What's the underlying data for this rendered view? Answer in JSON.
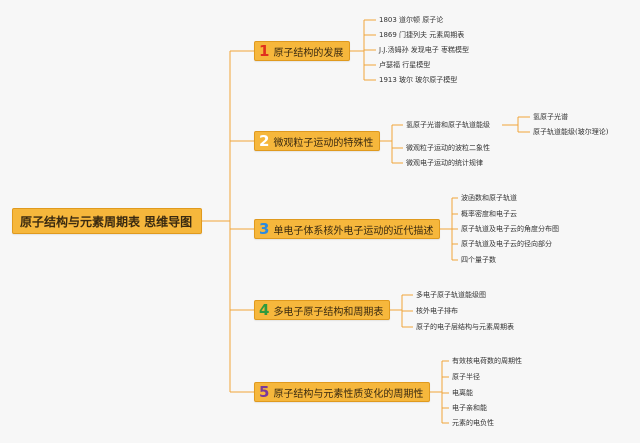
{
  "root": "原子结构与元素周期表 思维导图",
  "colors": {
    "node_fill": "#f6b73c",
    "line": "#f0a43a",
    "num1": "#e0301e",
    "num2": "#ffffff",
    "num3": "#2b8be0",
    "num4": "#2e9a3e",
    "num5": "#7a3a9a"
  },
  "branches": [
    {
      "num": "1",
      "label": "原子结构的发展",
      "leaves": [
        "1803 道尔顿 原子论",
        "1869 门捷列夫 元素周期表",
        "J.J.汤姆孙 发现电子 枣糕模型",
        "卢瑟福 行星模型",
        "1913 玻尔 玻尔原子模型"
      ]
    },
    {
      "num": "2",
      "label": "微观粒子运动的特殊性",
      "leaves": [
        "氢原子光谱和原子轨道能级",
        "微观粒子运动的波粒二象性",
        "微观电子运动的统计规律"
      ],
      "sub": [
        "氢原子光谱",
        "原子轨道能级(玻尔理论)"
      ]
    },
    {
      "num": "3",
      "label": "单电子体系核外电子运动的近代描述",
      "leaves": [
        "波函数和原子轨道",
        "概率密度和电子云",
        "原子轨道及电子云的角度分布图",
        "原子轨道及电子云的径向部分",
        "四个量子数"
      ]
    },
    {
      "num": "4",
      "label": "多电子原子结构和周期表",
      "leaves": [
        "多电子原子轨道能级图",
        "核外电子排布",
        "原子的电子层结构与元素周期表"
      ]
    },
    {
      "num": "5",
      "label": "原子结构与元素性质变化的周期性",
      "leaves": [
        "有效核电荷数的周期性",
        "原子半径",
        "电离能",
        "电子亲和能",
        "元素的电负性"
      ]
    }
  ]
}
